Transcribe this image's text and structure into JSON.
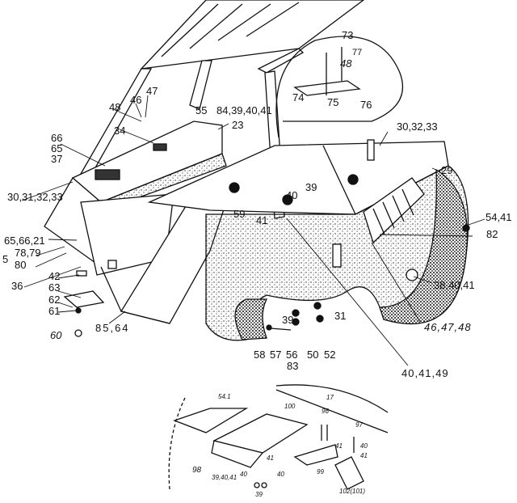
{
  "title": "Exploded parts diagram - forklift overhead guard, body and counterweight",
  "labels": [
    "73",
    "77",
    "48",
    "74",
    "75",
    "76",
    "47",
    "46",
    "48",
    "55",
    "84,39,40,41",
    "23",
    "34",
    "66",
    "65",
    "37",
    "30,31,32,33",
    "30,32,33",
    "29",
    "39",
    "40",
    "59",
    "41",
    "65,66,21",
    "54,41",
    "82",
    "78,79",
    "80",
    "5",
    "36",
    "42",
    "63",
    "62",
    "61",
    "60",
    "85,64",
    "38,40,41",
    "39",
    "31",
    "46,47,48",
    "58",
    "57",
    "56",
    "50",
    "52",
    "83",
    "40,41,49"
  ],
  "detail_labels": [
    "54.1",
    "100",
    "17",
    "96",
    "97",
    "41",
    "40",
    "41",
    "41",
    "98",
    "39,40,41",
    "40",
    "40",
    "39",
    "99",
    "102(101)"
  ],
  "colors": {
    "ink": "#111111",
    "paper": "#ffffff"
  }
}
